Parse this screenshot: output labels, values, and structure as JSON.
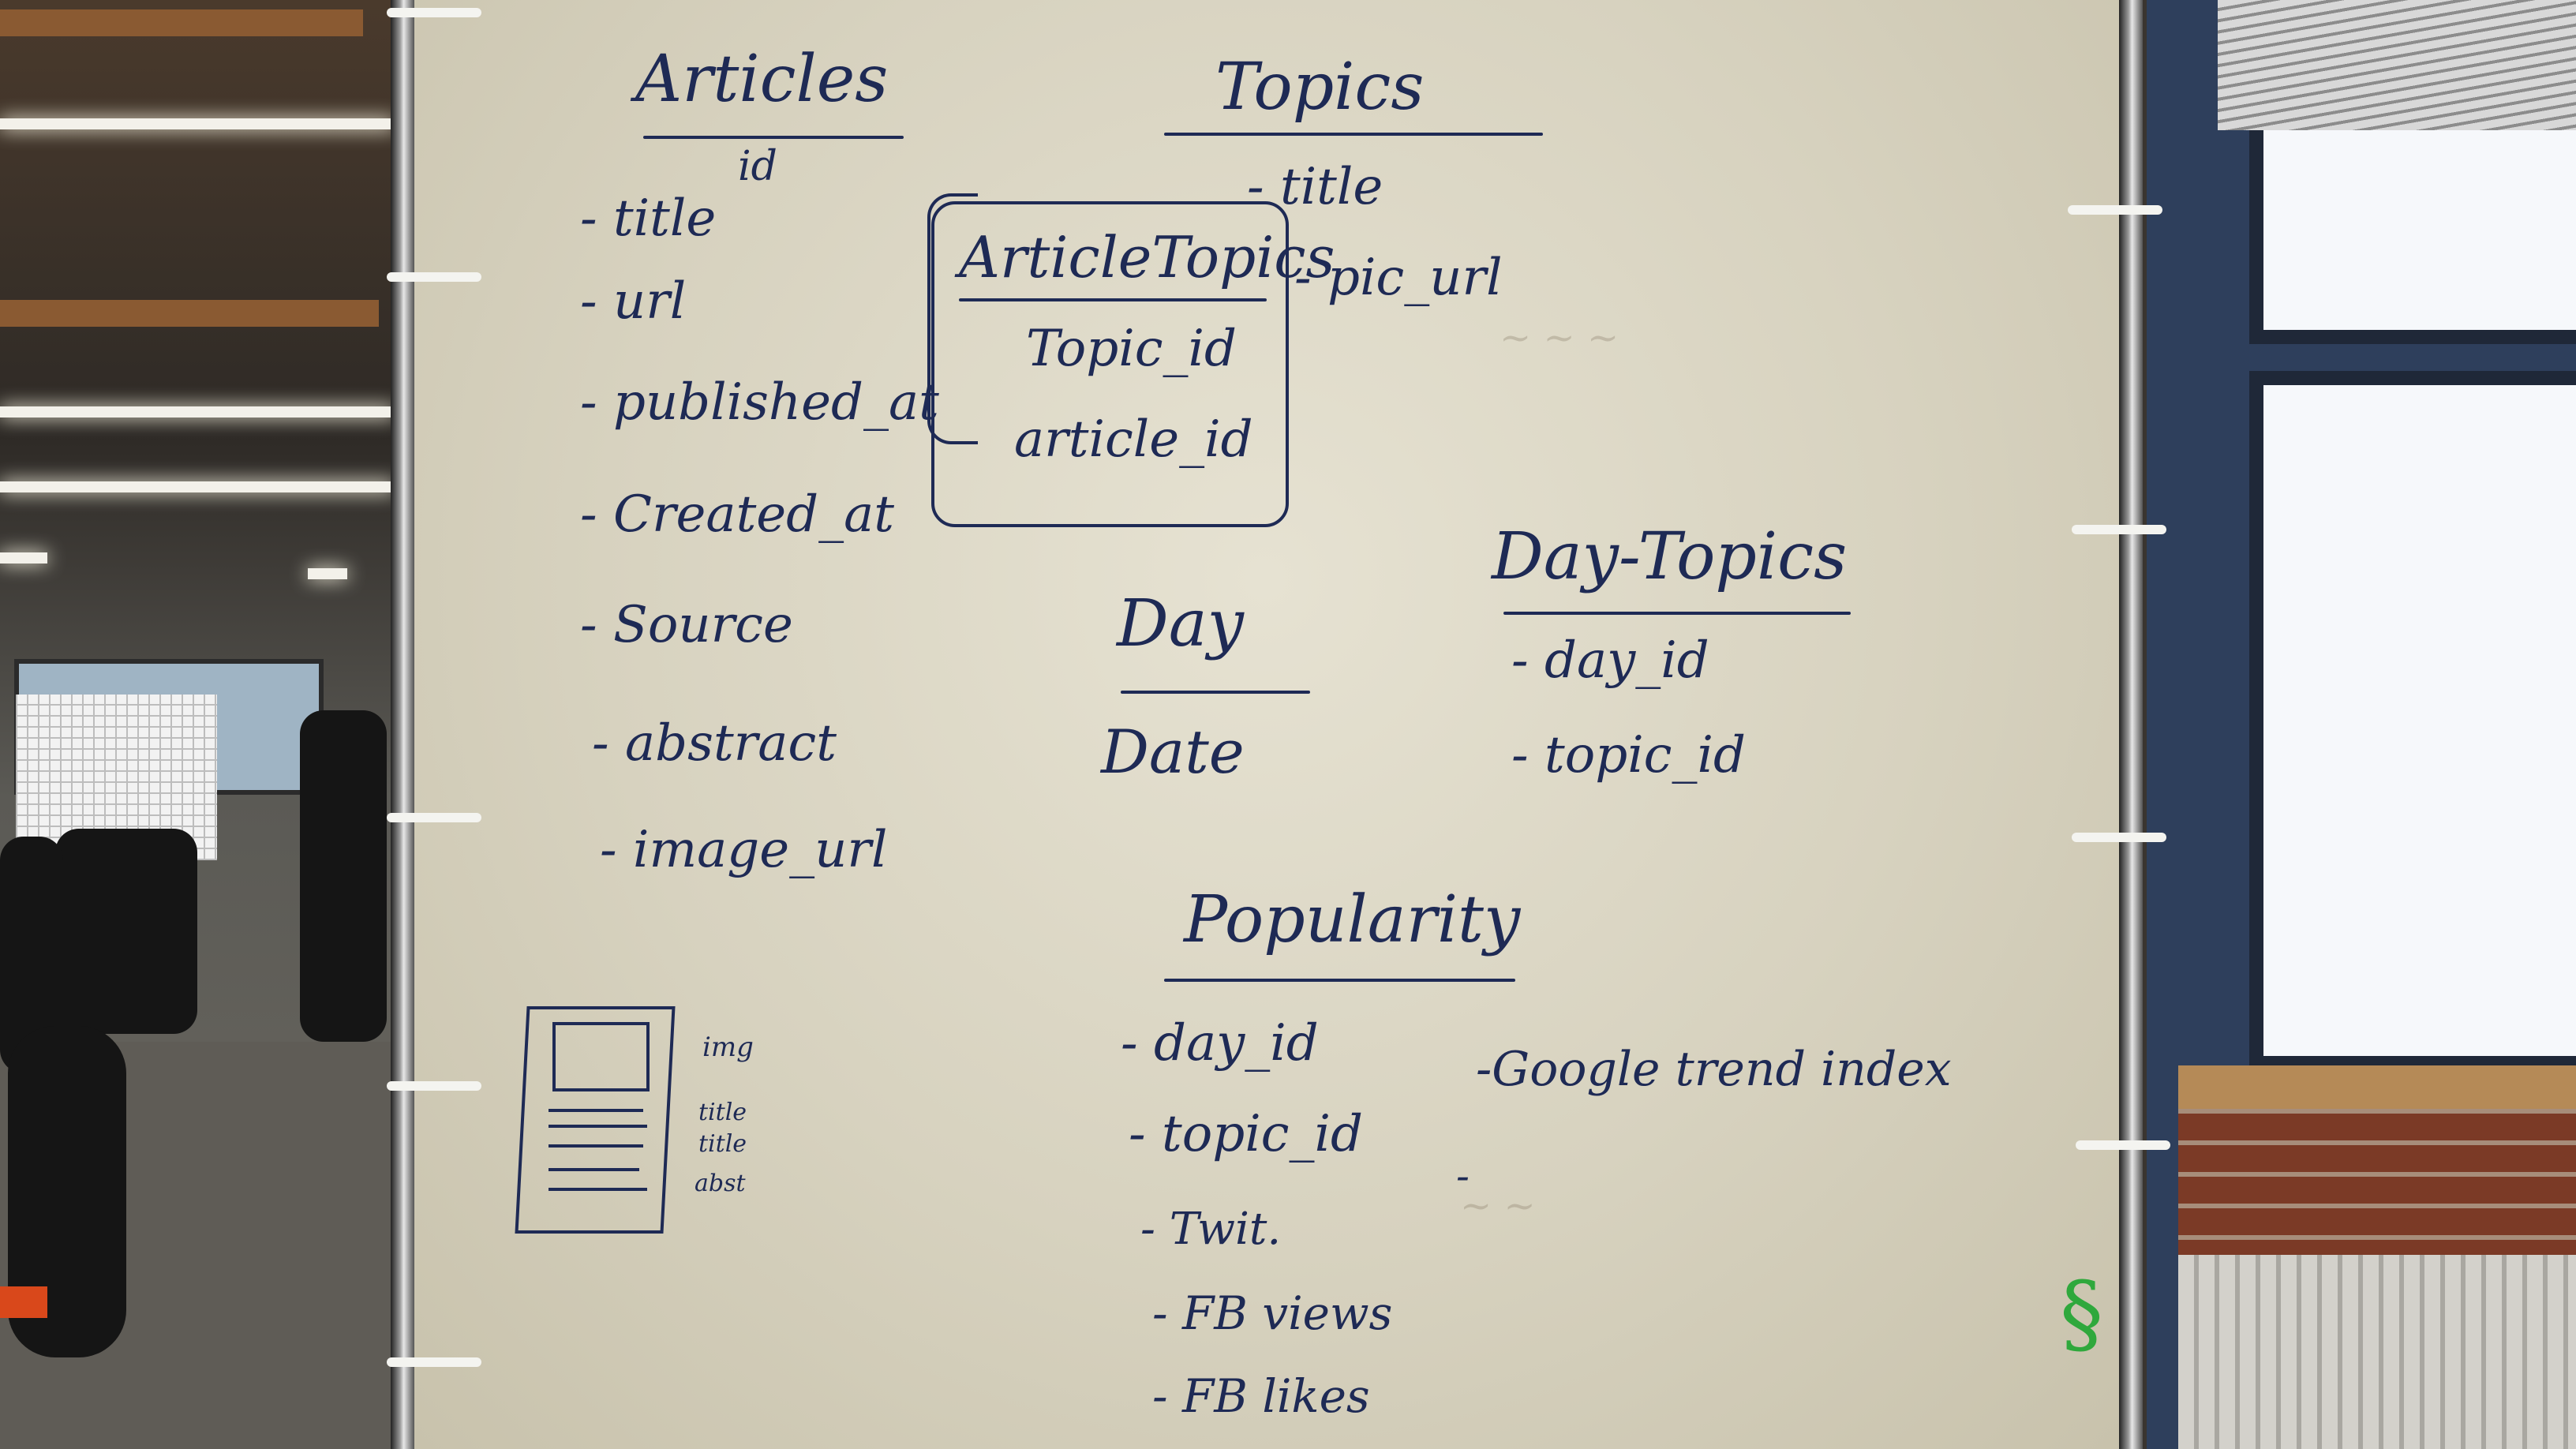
{
  "whiteboard": {
    "articles": {
      "title": "Articles",
      "fields": [
        "id",
        "- title",
        "- url",
        "- published_at",
        "- Created_at",
        "- Source",
        "- abstract",
        "- image_url"
      ]
    },
    "topics": {
      "title": "Topics",
      "fields": [
        "- title",
        "- pic_url"
      ]
    },
    "article_topics": {
      "title": "ArticleTopics",
      "fields": [
        "Topic_id",
        "article_id"
      ]
    },
    "day_topics": {
      "title": "Day-Topics",
      "fields": [
        "- day_id",
        "- topic_id"
      ]
    },
    "day": {
      "title": "Day",
      "fields": [
        "Date"
      ]
    },
    "popularity": {
      "title": "Popularity",
      "fields": [
        "- day_id",
        "- topic_id",
        "- Twit.",
        "- FB views",
        "- FB likes"
      ],
      "side_note": "-Google trend index",
      "dash": "-"
    },
    "sketch_labels": [
      "img",
      "title",
      "title",
      "abst"
    ]
  },
  "colors": {
    "marker_ink": "#1e2a55",
    "green_marker": "#2fa83c",
    "board": "#dcd7c4"
  },
  "icons": [
    "whiteboard-binder-clip",
    "article-card-sketch",
    "green-squiggle"
  ]
}
